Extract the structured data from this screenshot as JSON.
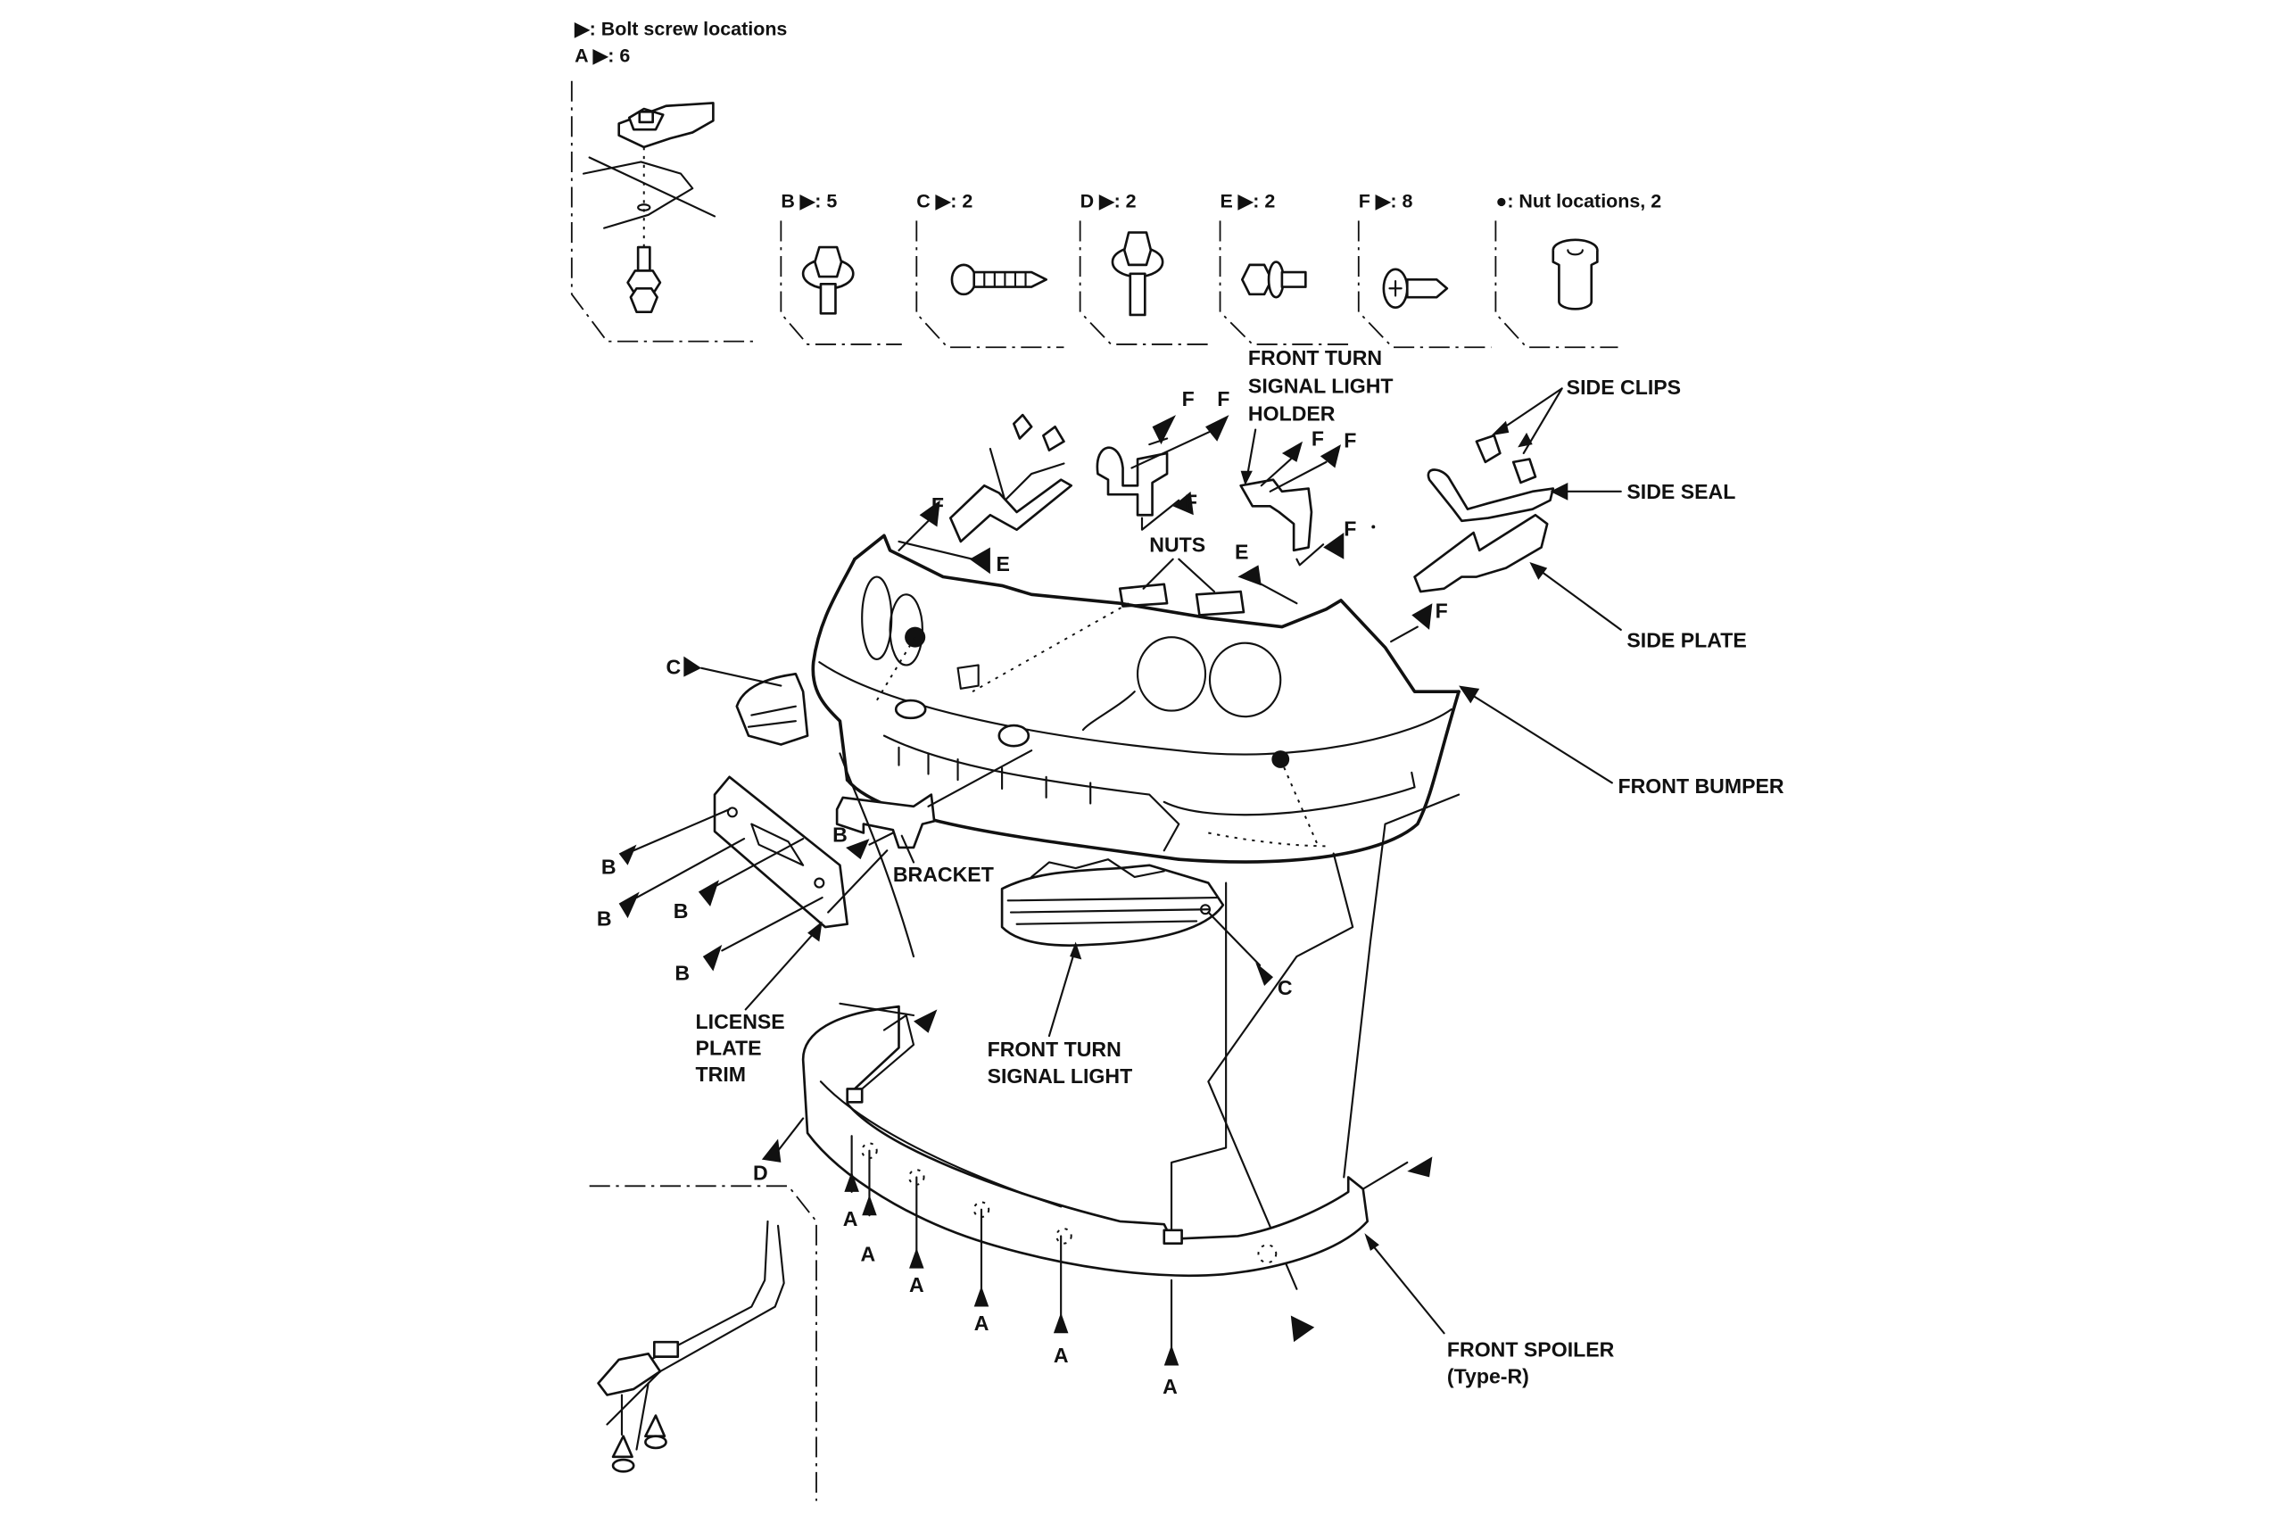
{
  "legend": {
    "bolt_symbol_text": "▶: Bolt screw locations",
    "nut_symbol_text": "●: Nut locations, 2"
  },
  "fasteners": [
    {
      "key": "A",
      "label": "A ▶: 6",
      "count": 6,
      "type": "flange bolt with clip nut"
    },
    {
      "key": "B",
      "label": "B ▶: 5",
      "count": 5,
      "type": "flange bolt"
    },
    {
      "key": "C",
      "label": "C ▶: 2",
      "count": 2,
      "type": "tapping screw"
    },
    {
      "key": "D",
      "label": "D ▶: 2",
      "count": 2,
      "type": "washer bolt"
    },
    {
      "key": "E",
      "label": "E ▶: 2",
      "count": 2,
      "type": "hex bolt"
    },
    {
      "key": "F",
      "label": "F ▶: 8",
      "count": 8,
      "type": "phillips screw"
    },
    {
      "key": "nut",
      "label": "●: Nut locations, 2",
      "count": 2,
      "type": "nut"
    }
  ],
  "parts": {
    "front_turn_signal_light_holder": [
      "FRONT TURN",
      "SIGNAL LIGHT",
      "HOLDER"
    ],
    "side_clips": "SIDE CLIPS",
    "side_seal": "SIDE SEAL",
    "side_plate": "SIDE PLATE",
    "nuts": "NUTS",
    "front_bumper": "FRONT BUMPER",
    "bracket": "BRACKET",
    "license_plate_trim": [
      "LICENSE",
      "PLATE",
      "TRIM"
    ],
    "front_turn_signal_light": [
      "FRONT TURN",
      "SIGNAL LIGHT"
    ],
    "front_spoiler": [
      "FRONT SPOILER",
      "(Type-R)"
    ]
  },
  "callouts": {
    "F": "F",
    "E": "E",
    "C": "C",
    "B": "B",
    "A": "A",
    "D": "D"
  }
}
